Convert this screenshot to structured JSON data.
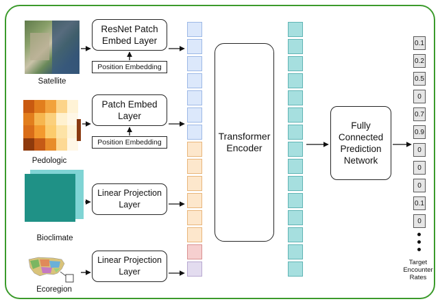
{
  "modalities": [
    {
      "label": "Satellite",
      "box": "ResNet Patch\nEmbed Layer",
      "pos_embed": "Position Embedding"
    },
    {
      "label": "Pedologic",
      "box": "Patch Embed\nLayer",
      "pos_embed": "Position Embedding"
    },
    {
      "label": "Bioclimate",
      "box": "Linear Projection\nLayer"
    },
    {
      "label": "Ecoregion",
      "box": "Linear Projection\nLayer"
    }
  ],
  "encoder": {
    "label": "Transformer\nEncoder"
  },
  "prediction": {
    "label": "Fully\nConnected\nPrediction\nNetwork"
  },
  "targets": {
    "values": [
      "0.1",
      "0.2",
      "0.5",
      "0",
      "0.7",
      "0.9",
      "0",
      "0",
      "0",
      "0.1",
      "0"
    ],
    "caption": "Target\nEncounter\nRates"
  },
  "colors": {
    "frame": "#3a9a2a",
    "token_blue": "#dce8fb",
    "token_orange": "#fde7cc",
    "token_red": "#f6cfcf",
    "token_purple": "#e3dcef",
    "token_teal": "#a6dfdf",
    "target_cell": "#e6e6e6"
  }
}
